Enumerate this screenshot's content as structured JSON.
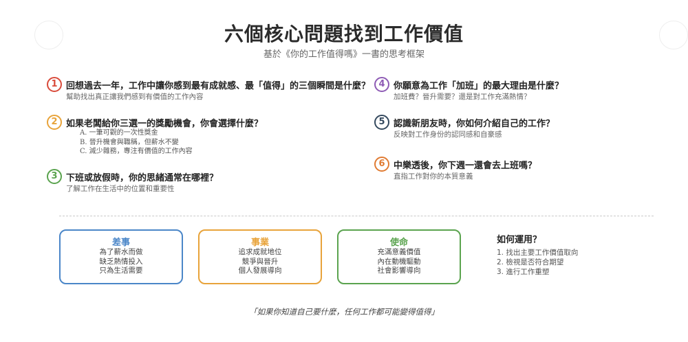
{
  "title": "六個核心問題找到工作價值",
  "subtitle": "基於《你的工作值得嗎》一書的思考框架",
  "colors": {
    "q1": "#d94b3b",
    "q2": "#e8a33a",
    "q3": "#5aa34e",
    "q4": "#8e5bb5",
    "q5": "#34495e",
    "q6": "#e07b32",
    "card_blue": "#4a86c8",
    "card_orange": "#e8a33a",
    "card_green": "#5aa34e"
  },
  "questions": [
    {
      "num": "1",
      "text": "回想過去一年，工作中讓你感到最有成就感、最「值得」的三個瞬間是什麼？",
      "sub": "幫助找出真正讓我們感到有價值的工作內容"
    },
    {
      "num": "2",
      "text": "如果老闆給你三選一的獎勵機會，你會選擇什麼？",
      "options": [
        "A. 一筆可觀的一次性獎金",
        "B. 晉升機會與職稱，但薪水不變",
        "C. 減少雜務，專注有價值的工作內容"
      ]
    },
    {
      "num": "3",
      "text": "下班或放假時，你的思緒通常在哪裡？",
      "sub": "了解工作在生活中的位置和重要性"
    },
    {
      "num": "4",
      "text": "你願意為工作「加班」的最大理由是什麼？",
      "sub": "加班費？晉升需要？還是對工作充滿熱情？"
    },
    {
      "num": "5",
      "text": "認識新朋友時，你如何介紹自己的工作？",
      "sub": "反映對工作身份的認同感和自豪感"
    },
    {
      "num": "6",
      "text": "中樂透後，你下週一還會去上班嗎？",
      "sub": "直指工作對你的本質意義"
    }
  ],
  "cards": [
    {
      "title": "差事",
      "lines": [
        "為了薪水而做",
        "缺乏熱情投入",
        "只為生活需要"
      ]
    },
    {
      "title": "事業",
      "lines": [
        "追求成就地位",
        "競爭與晉升",
        "個人發展導向"
      ]
    },
    {
      "title": "使命",
      "lines": [
        "充滿意義價值",
        "內在動機驅動",
        "社會影響導向"
      ]
    }
  ],
  "howto": {
    "title": "如何運用？",
    "items": [
      "1. 找出主要工作價值取向",
      "2. 檢視是否符合期望",
      "3. 進行工作重塑"
    ]
  },
  "quote": "「如果你知道自己要什麼，任何工作都可能變得值得」"
}
